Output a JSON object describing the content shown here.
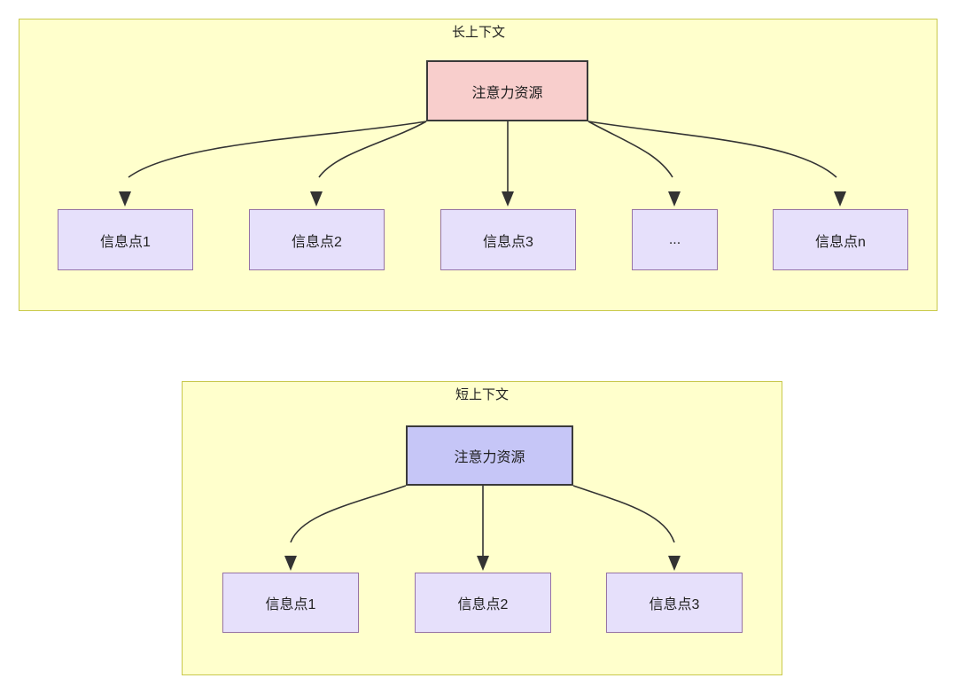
{
  "diagram": {
    "type": "flow-diagram",
    "background": "#ffffff",
    "palette": {
      "group_fill": "#ffffcc",
      "group_border": "#c8c84b",
      "attention_long_fill": "#f8cecc",
      "attention_long_border": "#3a3a3a",
      "attention_short_fill": "#c6c6f7",
      "attention_short_border": "#3a3a3a",
      "info_fill": "#e6e0fb",
      "info_border": "#9673a6",
      "edge_color": "#333333",
      "text_color": "#1f1f1f"
    },
    "groups": [
      {
        "id": "long-context",
        "title": "长上下文",
        "root": {
          "id": "attention-long",
          "label": "注意力资源"
        },
        "children": [
          {
            "id": "info-long-1",
            "label": "信息点1"
          },
          {
            "id": "info-long-2",
            "label": "信息点2"
          },
          {
            "id": "info-long-3",
            "label": "信息点3"
          },
          {
            "id": "info-long-ellipsis",
            "label": "..."
          },
          {
            "id": "info-long-n",
            "label": "信息点n"
          }
        ]
      },
      {
        "id": "short-context",
        "title": "短上下文",
        "root": {
          "id": "attention-short",
          "label": "注意力资源"
        },
        "children": [
          {
            "id": "info-short-1",
            "label": "信息点1"
          },
          {
            "id": "info-short-2",
            "label": "信息点2"
          },
          {
            "id": "info-short-3",
            "label": "信息点3"
          }
        ]
      }
    ]
  }
}
